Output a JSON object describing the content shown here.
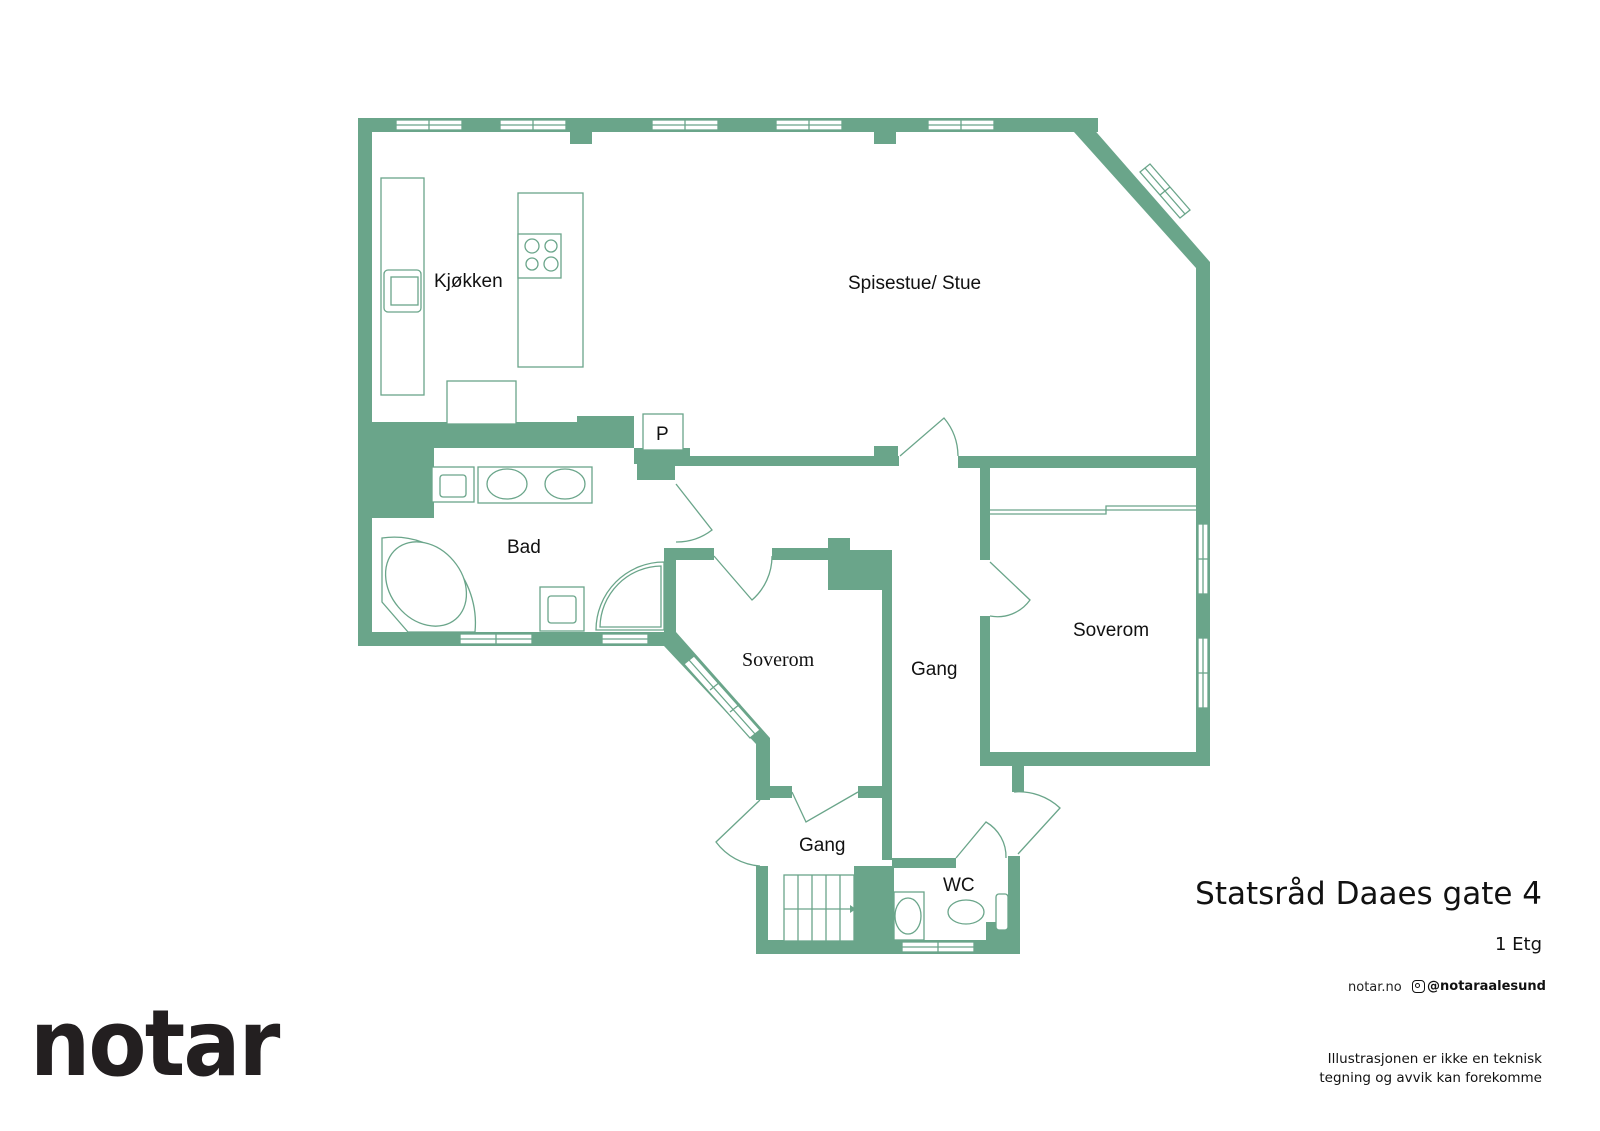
{
  "plan": {
    "wall_color": "#6aa58a",
    "rooms": {
      "kitchen": "Kjøkken",
      "living": "Spisestue/ Stue",
      "bath": "Bad",
      "bedroom_left": "Soverom",
      "bedroom_right": "Soverom",
      "hall_main": "Gang",
      "hall_lower": "Gang",
      "wc": "WC",
      "pantry": "P"
    }
  },
  "info": {
    "address": "Statsråd Daaes gate 4",
    "floor": "1 Etg",
    "website": "notar.no",
    "instagram_icon": "instagram-icon",
    "instagram": "@notaraalesund",
    "disclaimer_line1": "Illustrasjonen er ikke en teknisk",
    "disclaimer_line2": "tegning og avvik kan forekomme"
  },
  "brand": {
    "logo": "notar"
  }
}
